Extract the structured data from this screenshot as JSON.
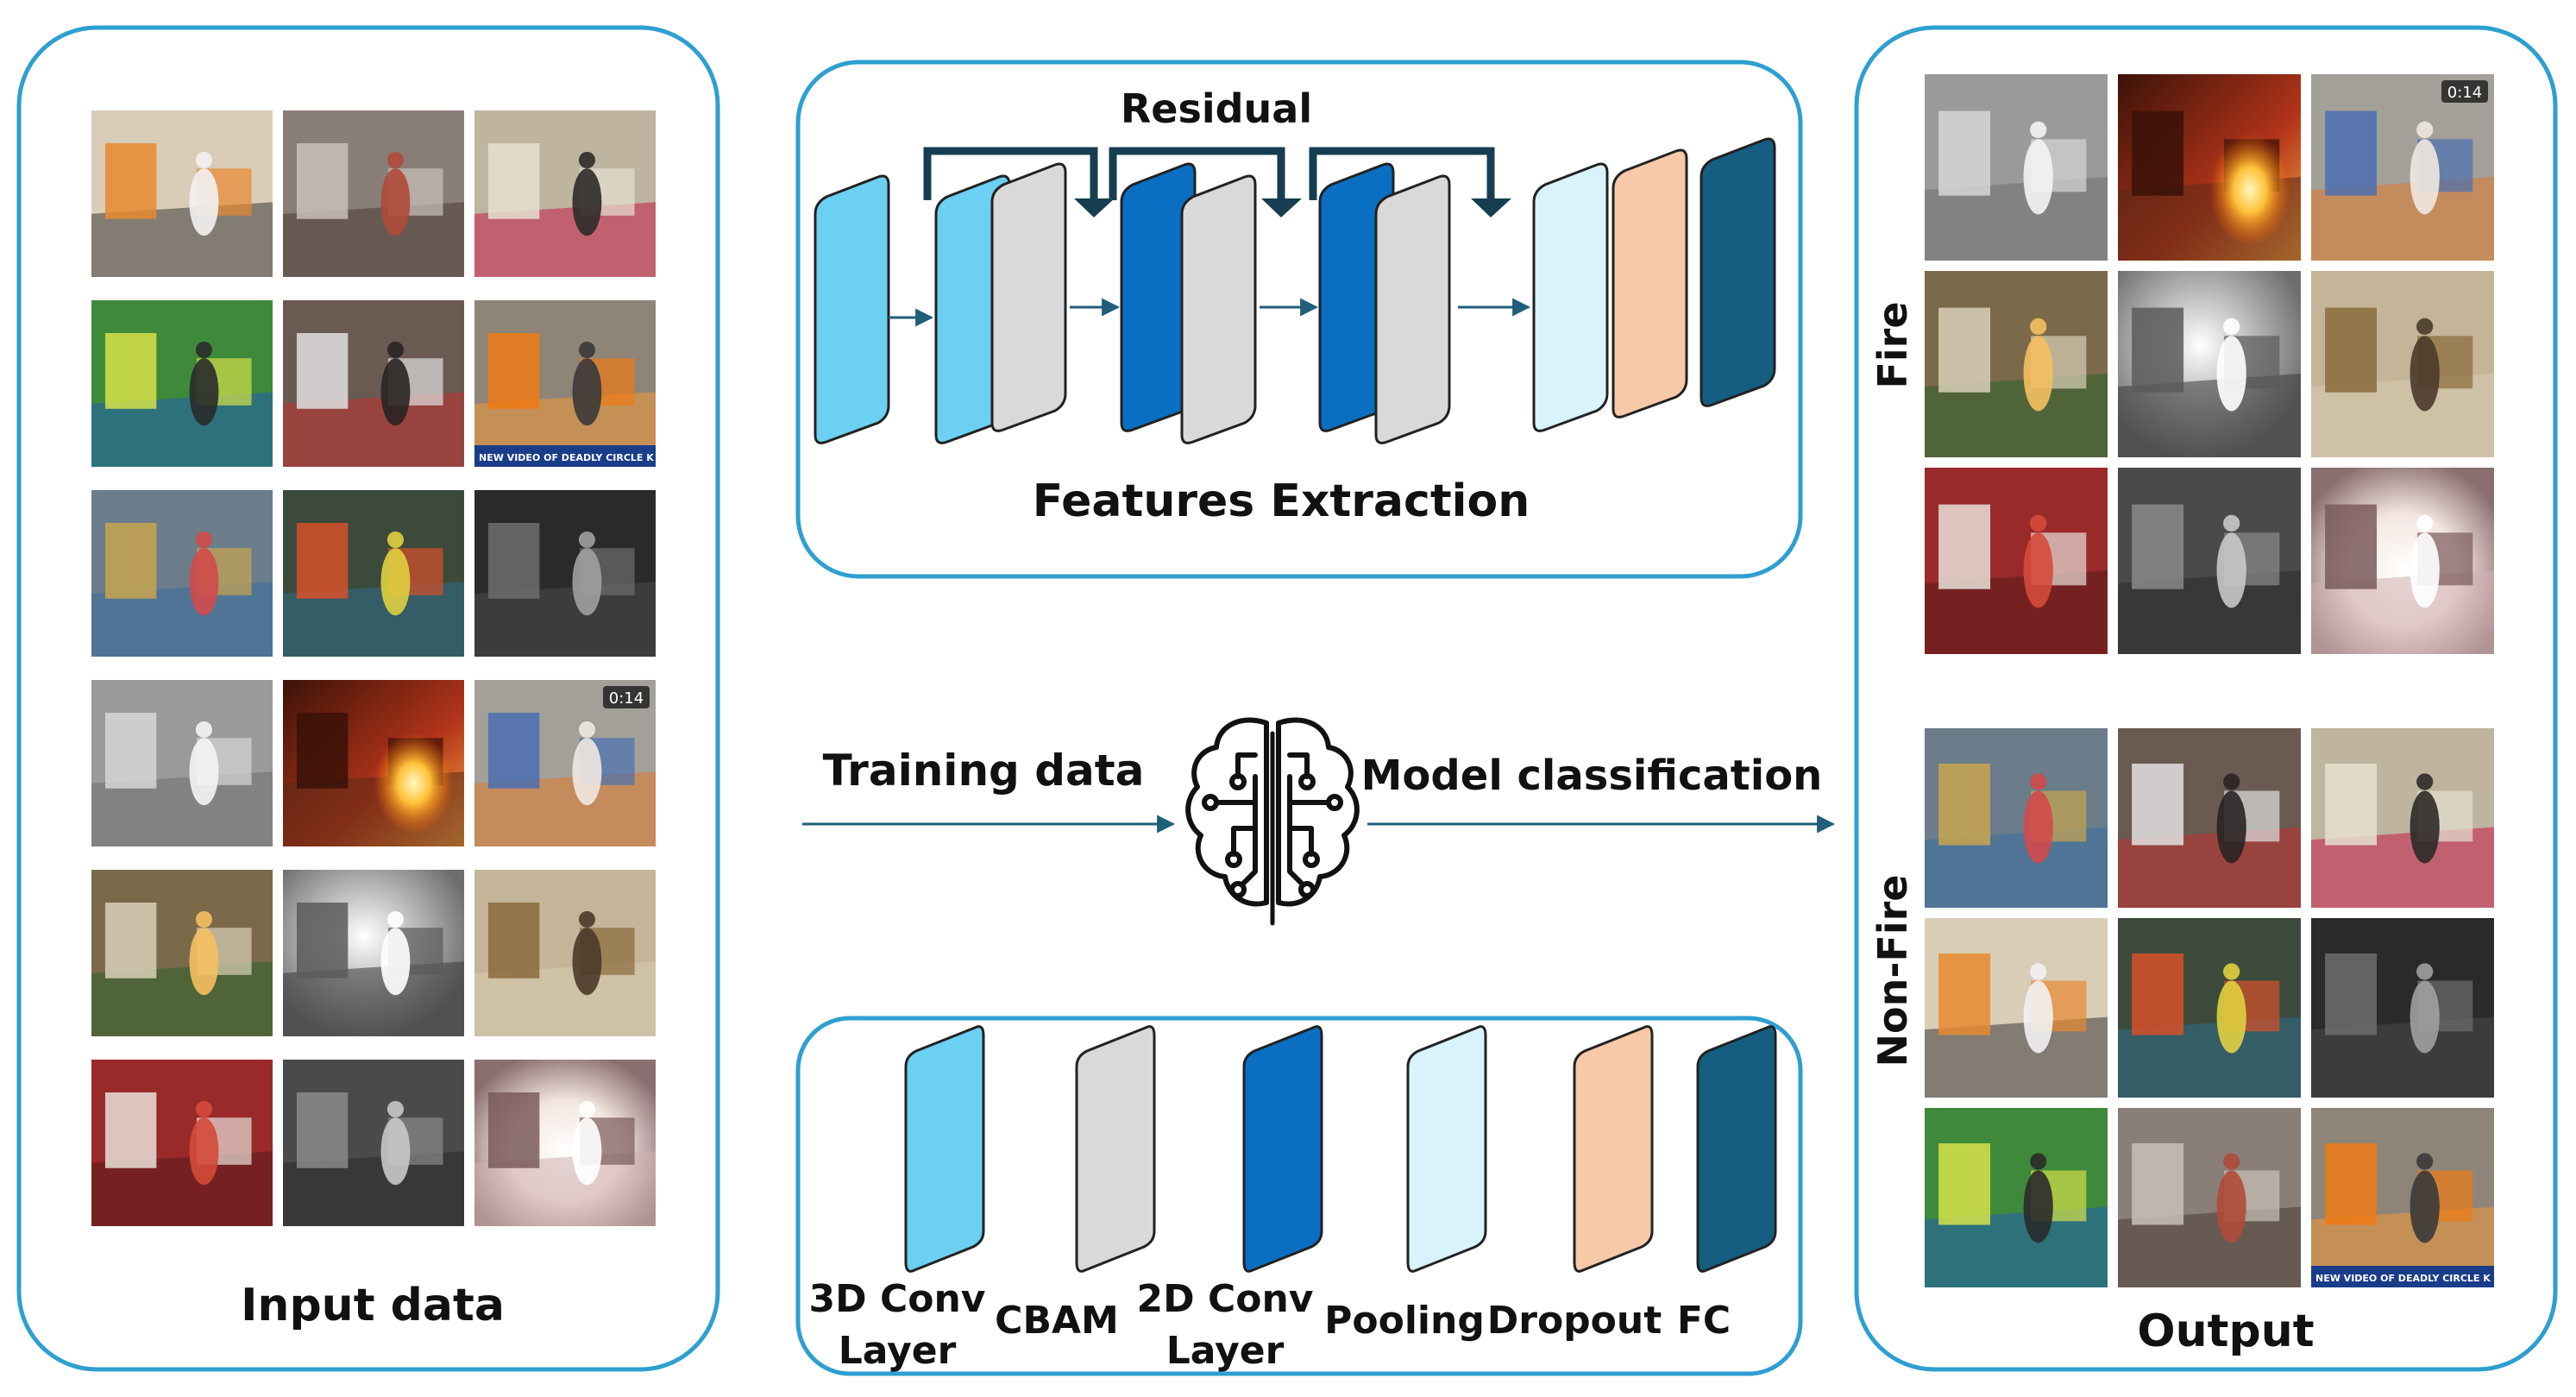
{
  "input_panel": {
    "label": "Input data",
    "frames": [
      {
        "scene": "office-intruder"
      },
      {
        "scene": "cctv-room"
      },
      {
        "scene": "jewelry-store"
      },
      {
        "scene": "green-store"
      },
      {
        "scene": "office-chairs"
      },
      {
        "scene": "orange-jumpsuits",
        "caption": "NEW VIDEO OF DEADLY CIRCLE K SHOOTING"
      },
      {
        "scene": "store-aisle"
      },
      {
        "scene": "store-clerk"
      },
      {
        "scene": "dark-room"
      },
      {
        "scene": "smoky-room"
      },
      {
        "scene": "fire-glow"
      },
      {
        "scene": "bedroom",
        "badge": "0:14"
      },
      {
        "scene": "living-room"
      },
      {
        "scene": "bright-window"
      },
      {
        "scene": "hotel-room"
      },
      {
        "scene": "red-wall-fire"
      },
      {
        "scene": "dim-sofa"
      },
      {
        "scene": "flash-explosion"
      }
    ]
  },
  "features_panel": {
    "residual_label": "Residual",
    "label": "Features Extraction"
  },
  "middle": {
    "training_label": "Training data",
    "classification_label": "Model classification",
    "brain_icon": "brain-circuit-icon"
  },
  "legend": {
    "items": [
      {
        "label_lines": [
          "3D Conv",
          "Layer"
        ],
        "color": "#6cd0f2"
      },
      {
        "label_lines": [
          "CBAM"
        ],
        "color": "#d9d9d9"
      },
      {
        "label_lines": [
          "2D Conv",
          "Layer"
        ],
        "color": "#0a6fc2"
      },
      {
        "label_lines": [
          "Pooling"
        ],
        "color": "#d8f3fb"
      },
      {
        "label_lines": [
          "Dropout"
        ],
        "color": "#f8c9a9"
      },
      {
        "label_lines": [
          "FC"
        ],
        "color": "#155e82"
      }
    ]
  },
  "output_panel": {
    "label": "Output",
    "fire_label": "Fire",
    "nonfire_label": "Non-Fire",
    "fire_frames": [
      {
        "scene": "smoky-room"
      },
      {
        "scene": "fire-glow"
      },
      {
        "scene": "bedroom",
        "badge": "0:14"
      },
      {
        "scene": "living-room"
      },
      {
        "scene": "bright-window"
      },
      {
        "scene": "hotel-room"
      },
      {
        "scene": "red-wall-fire"
      },
      {
        "scene": "dim-sofa"
      },
      {
        "scene": "flash-explosion"
      }
    ],
    "nonfire_frames": [
      {
        "scene": "store-aisle"
      },
      {
        "scene": "office-chairs"
      },
      {
        "scene": "jewelry-store"
      },
      {
        "scene": "office-intruder"
      },
      {
        "scene": "store-clerk"
      },
      {
        "scene": "dark-room"
      },
      {
        "scene": "green-store"
      },
      {
        "scene": "cctv-room"
      },
      {
        "scene": "orange-jumpsuits",
        "caption": "NEW VIDEO OF DEADLY CIRCLE K SHOOTING"
      }
    ]
  },
  "colors": {
    "panel_border": "#2e9fd0",
    "arrow": "#1f5f7a",
    "residual_arrow": "#163e50",
    "conv3d": "#6cd0f2",
    "cbam": "#d9d9d9",
    "conv2d": "#0a6fc2",
    "pooling": "#d8f3fb",
    "dropout": "#f8c9a9",
    "fc": "#155e82"
  }
}
